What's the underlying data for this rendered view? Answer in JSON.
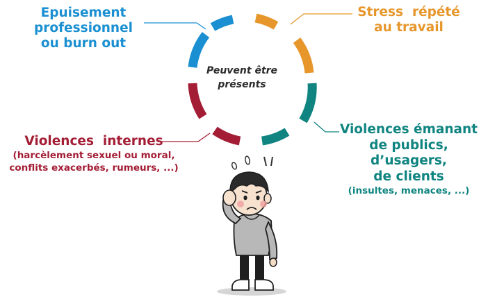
{
  "center_text": [
    "Peuvent être",
    "présents"
  ],
  "items": {
    "burnout": {
      "lines": [
        "Epuisement",
        "professionnel",
        "ou burn out"
      ],
      "color": "#1a8fd1"
    },
    "stress": {
      "lines": [
        "Stress  répété",
        "au travail"
      ],
      "color": "#e6962a"
    },
    "internal": {
      "title": "Violences  internes",
      "detail": [
        "(harcèlement sexuel ou moral,",
        "conflits exacerbés, rumeurs, ...)"
      ],
      "color": "#a31d35"
    },
    "external": {
      "title": [
        "Violences émanant",
        "de publics, d’usagers,",
        "de clients"
      ],
      "detail": "(insultes, menaces, ...)",
      "color": "#0f8480"
    }
  }
}
